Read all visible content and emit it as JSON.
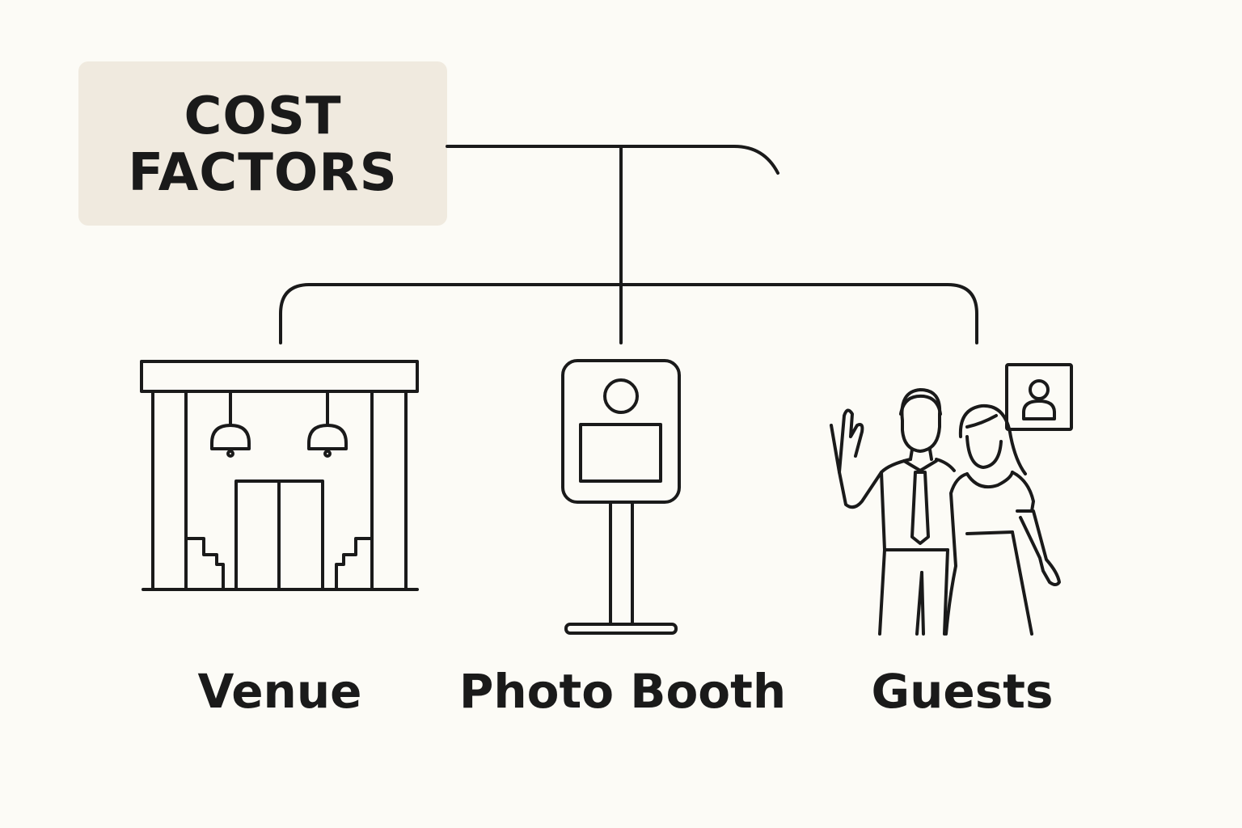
{
  "title": {
    "line1": "COST",
    "line2": "FACTORS"
  },
  "items": [
    {
      "label": "Venue",
      "icon": "venue-building-icon"
    },
    {
      "label": "Photo Booth",
      "icon": "photo-booth-icon"
    },
    {
      "label": "Guests",
      "icon": "guests-couple-icon"
    }
  ],
  "colors": {
    "background": "#fcfbf6",
    "title_box": "#f0eadf",
    "stroke": "#1a1a1a"
  }
}
